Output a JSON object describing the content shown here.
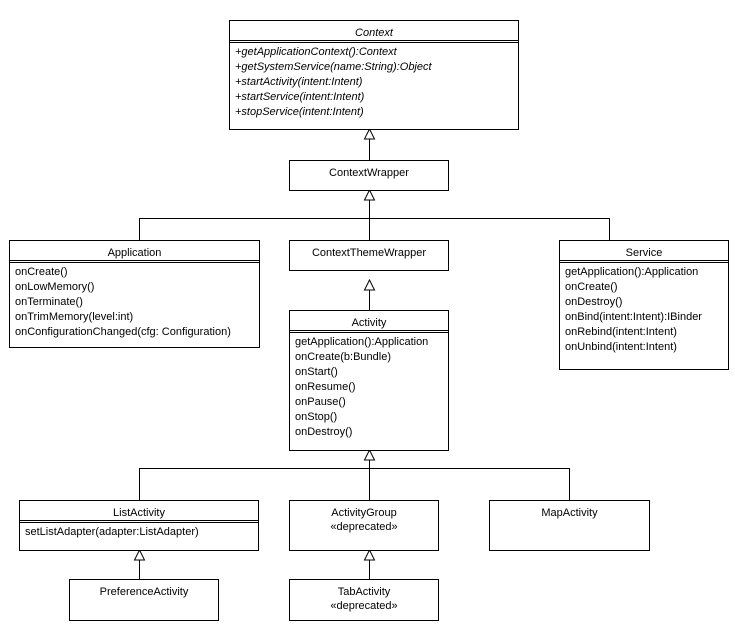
{
  "classes": {
    "context": {
      "name": "Context",
      "methods": [
        "+getApplicationContext():Context",
        "+getSystemService(name:String):Object",
        "+startActivity(intent:Intent)",
        "+startService(intent:Intent)",
        "+stopService(intent:Intent)"
      ]
    },
    "context_wrapper": {
      "name": "ContextWrapper"
    },
    "application": {
      "name": "Application",
      "methods": [
        "onCreate()",
        "onLowMemory()",
        "onTerminate()",
        "onTrimMemory(level:int)",
        "onConfigurationChanged(cfg: Configuration)"
      ]
    },
    "context_theme_wrapper": {
      "name": "ContextThemeWrapper"
    },
    "service": {
      "name": "Service",
      "methods": [
        "getApplication():Application",
        "onCreate()",
        "onDestroy()",
        "onBind(intent:Intent):IBinder",
        "onRebind(intent:Intent)",
        "onUnbind(intent:Intent)"
      ]
    },
    "activity": {
      "name": "Activity",
      "methods": [
        "getApplication():Application",
        "onCreate(b:Bundle)",
        "onStart()",
        "onResume()",
        "onPause()",
        "onStop()",
        "onDestroy()"
      ]
    },
    "list_activity": {
      "name": "ListActivity",
      "methods": [
        "setListAdapter(adapter:ListAdapter)"
      ]
    },
    "activity_group": {
      "name": "ActivityGroup",
      "stereotype": "«deprecated»"
    },
    "map_activity": {
      "name": "MapActivity"
    },
    "preference_activity": {
      "name": "PreferenceActivity"
    },
    "tab_activity": {
      "name": "TabActivity",
      "stereotype": "«deprecated»"
    }
  },
  "relationships": [
    {
      "child": "ContextWrapper",
      "parent": "Context",
      "type": "generalization"
    },
    {
      "child": "Application",
      "parent": "ContextWrapper",
      "type": "generalization"
    },
    {
      "child": "ContextThemeWrapper",
      "parent": "ContextWrapper",
      "type": "generalization"
    },
    {
      "child": "Service",
      "parent": "ContextWrapper",
      "type": "generalization"
    },
    {
      "child": "Activity",
      "parent": "ContextThemeWrapper",
      "type": "generalization"
    },
    {
      "child": "ListActivity",
      "parent": "Activity",
      "type": "generalization"
    },
    {
      "child": "ActivityGroup",
      "parent": "Activity",
      "type": "generalization"
    },
    {
      "child": "MapActivity",
      "parent": "Activity",
      "type": "generalization"
    },
    {
      "child": "PreferenceActivity",
      "parent": "ListActivity",
      "type": "generalization"
    },
    {
      "child": "TabActivity",
      "parent": "ActivityGroup",
      "type": "generalization"
    }
  ]
}
